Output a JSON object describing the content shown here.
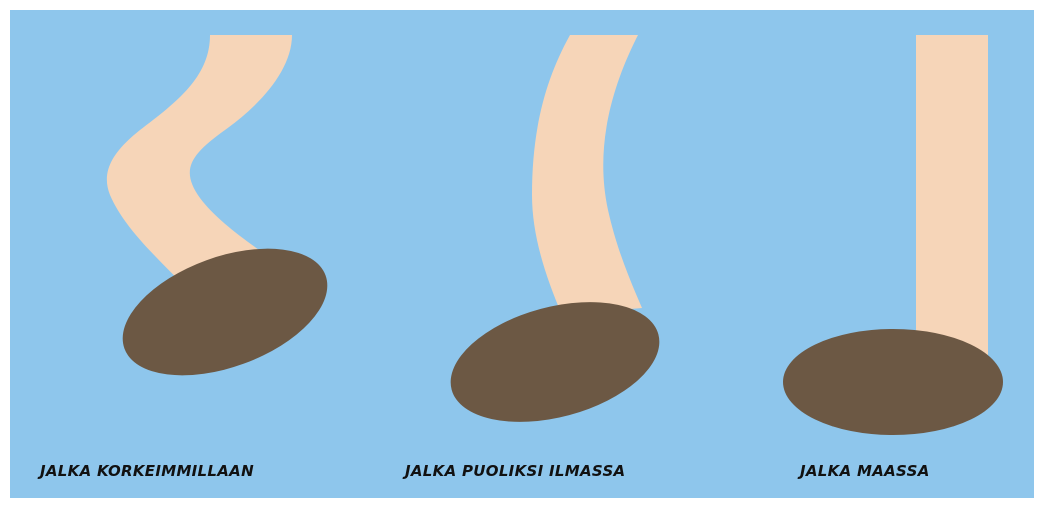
{
  "colors": {
    "background": "#8ec6ec",
    "leg": "#f6d5b8",
    "foot": "#6c5844",
    "text": "#111111"
  },
  "figures": [
    {
      "id": "raised",
      "caption": "JALKA KORKEIMMILLAAN"
    },
    {
      "id": "half",
      "caption": "JALKA PUOLIKSI ILMASSA"
    },
    {
      "id": "ground",
      "caption": "JALKA MAASSA"
    }
  ]
}
